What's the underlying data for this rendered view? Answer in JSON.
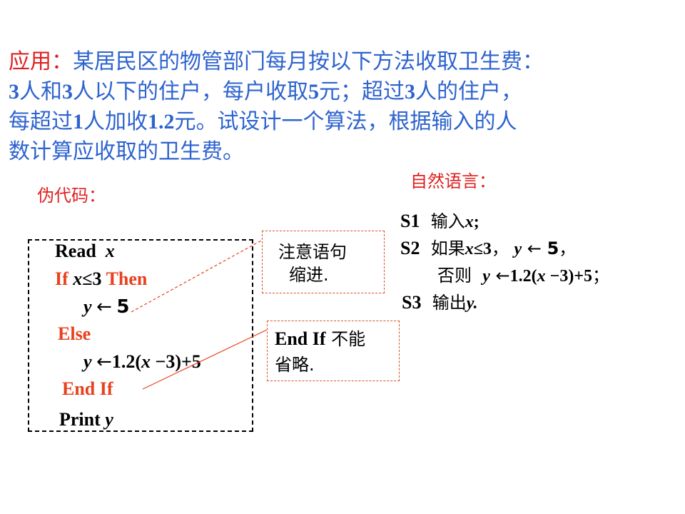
{
  "problem": {
    "label": "应用：",
    "line1": "某居民区的物管部门每月按以下方法收取卫生费：",
    "line2_a": "3",
    "line2_b": "人和",
    "line2_c": "3",
    "line2_d": "人以下的住户，每户收取",
    "line2_e": "5",
    "line2_f": "元；超过",
    "line2_g": "3",
    "line2_h": "人的住户，",
    "line3_a": "每超过",
    "line3_b": "1",
    "line3_c": "人加收",
    "line3_d": "1.2",
    "line3_e": "元。试设计一个算法，根据输入的人",
    "line4": "数计算应收取的卫生费。"
  },
  "pseudocode": {
    "heading": "伪代码：",
    "read_kw": "Read",
    "read_var": "x",
    "if_kw": "If",
    "if_var": "x",
    "if_cond": "≤3",
    "then_kw": "Then",
    "assign1_var": "y",
    "assign1_arrow": "←",
    "assign1_val": "5",
    "else_kw": "Else",
    "assign2_var": "y",
    "assign2_arrow": "←",
    "assign2_a": "1.2(",
    "assign2_x": "x",
    "assign2_b": " −3)+5",
    "endif_kw": "End If",
    "print_kw": "Print",
    "print_var": "y"
  },
  "notes": {
    "indent_note_line1": "注意语句",
    "indent_note_line2": "缩进.",
    "endif_note_kw": "End If",
    "endif_note_line1": " 不能",
    "endif_note_line2": "省略."
  },
  "natural_language": {
    "heading": "自然语言：",
    "s1_label": "S1",
    "s1_text": "输入",
    "s1_var": "x",
    "s1_end": ";",
    "s2_label": "S2",
    "s2_text": "如果",
    "s2_var": "x",
    "s2_cond": "≤3",
    "s2_comma": "，",
    "s2_y": "y",
    "s2_arrow": "←",
    "s2_val": "5",
    "s2_end": "，",
    "s2b_text": "否则",
    "s2b_y": "y",
    "s2b_arrow": "←",
    "s2b_a": "1.2(",
    "s2b_x": "x",
    "s2b_b": " −3)+5",
    "s2b_end": "；",
    "s3_label": "S3",
    "s3_text": "输出",
    "s3_var": "y.",
    "colors": {
      "label_red": "#e02020",
      "problem_blue": "#2e63cf",
      "keyword_orange": "#e8401c",
      "note_border": "#d9532b"
    }
  }
}
